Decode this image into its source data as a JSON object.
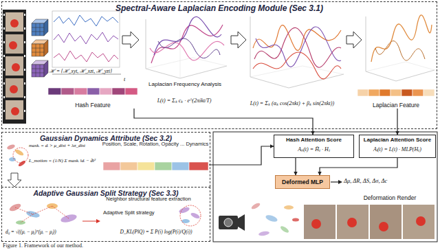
{
  "diagram": {
    "caption": "Figure 1. Framework of our method.",
    "nodes": [
      {
        "text": [
          "Spectral-Aware Laplacian Encoding Module (Sec 3.1)"
        ]
      },
      {
        "text": [
          "Hash Feature"
        ],
        "in": 0
      },
      {
        "text": [
          "Laplacian Feature"
        ],
        "in": 0
      },
      {
        "text": [
          "Gaussian Dynamics Attribute (Sec 3.2)"
        ]
      },
      {
        "text": [
          "Position, Scale, Rotation, Opacity ... Dynamics"
        ],
        "in": 3
      },
      {
        "text": [
          "Adaptive Gaussian Split Strategy (Sec 3.3)"
        ]
      },
      {
        "text": [
          "Hash Attention Score",
          "Aₕ(t) = H̃ₜ · Hₜ"
        ]
      },
      {
        "text": [
          "Laplacian Attention Score",
          "Aₗ(t) = L(t) · MLP(Hₜ)"
        ]
      },
      {
        "text": [
          "Deformed MLP"
        ]
      }
    ],
    "edges": [
      {
        "from": 1,
        "to": 6,
        "arrow": "to"
      },
      {
        "from": 2,
        "to": 7,
        "arrow": "to"
      },
      {
        "from": 4,
        "to": 6,
        "arrow": "to"
      },
      {
        "from": 6,
        "to": 8,
        "arrow": "to"
      },
      {
        "from": 7,
        "to": 8,
        "arrow": "to"
      }
    ],
    "labels": [
      "ℋ = {ℋ_xyt, ℋ_xzt, ℋ_yzt}",
      "t",
      "Laplacian Frequency Analysis",
      "L(t) = Σₖ cₖ · e^(2πikt/T)",
      "L(t) = Σₖ (αₖ cos(2πkt) + βₖ sin(2πkt))",
      "maskᵢ = dᵢ > μ_dist + λσ_dist",
      "L_motion = (1/N) Σ maskᵢ ‖dᵢ − d̄‖²",
      "Neighbor structural feature extraction",
      "Adaptive Split strategy",
      "dᵢⱼ = √((μᵢ − μⱼ)ᵀ(μᵢ − μⱼ))",
      "D_KL(P‖Q) = Σ P(i) log(P(i)/Q(i))",
      "Δμ, ΔR, ΔS, Δσ, Δc",
      "Deformation Render"
    ]
  }
}
